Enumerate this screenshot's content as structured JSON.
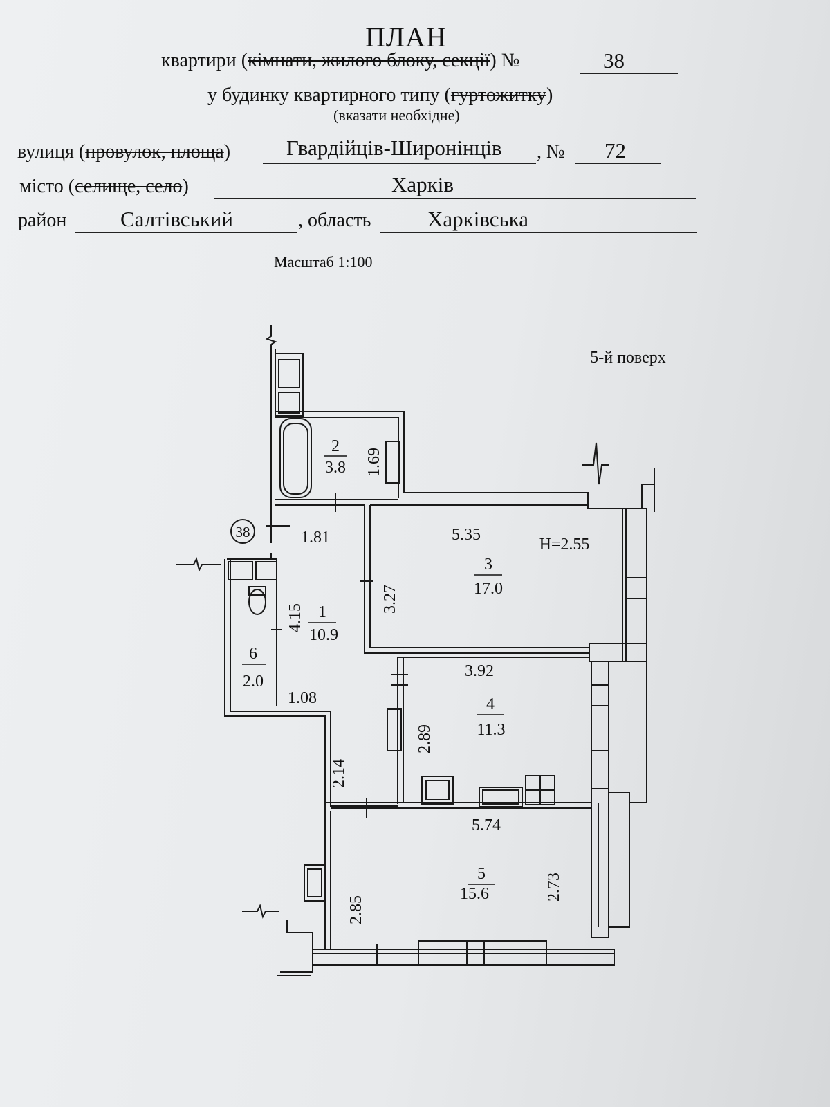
{
  "header": {
    "title": "ПЛАН",
    "apt_prefix": "квартири (",
    "apt_struck": "кімнати, жилого блоку, секції",
    "apt_suffix": ") №",
    "apt_number": "38",
    "building_prefix": "у будинку квартирного типу (",
    "building_struck": "гуртожитку",
    "building_suffix": ")",
    "hint": "(вказати необхідне)"
  },
  "address": {
    "street_label": "вулиця  (",
    "street_struck": "провулок, площа",
    "street_close": ")",
    "street_value": "Гвардійців-Широнінців",
    "number_label": ", №",
    "number_value": "72",
    "city_label": "місто (",
    "city_struck": "селище, село",
    "city_close": ")",
    "city_value": "Харків",
    "district_label": "район",
    "district_value": "Салтівський",
    "region_label": ", область",
    "region_value": "Харківська"
  },
  "scale": "Масштаб 1:100",
  "plan": {
    "floor": "5-й поверх",
    "apartment_marker": "38",
    "ceiling_height": "H=2.55",
    "rooms": [
      {
        "number": "1",
        "area": "10.9"
      },
      {
        "number": "2",
        "area": "3.8"
      },
      {
        "number": "3",
        "area": "17.0"
      },
      {
        "number": "4",
        "area": "11.3"
      },
      {
        "number": "5",
        "area": "15.6"
      },
      {
        "number": "6",
        "area": "2.0"
      }
    ],
    "dimensions": [
      "1.69",
      "1.81",
      "4.15",
      "1.08",
      "2.14",
      "5.35",
      "3.27",
      "3.92",
      "2.89",
      "5.74",
      "2.85",
      "2.73"
    ]
  },
  "colors": {
    "ink": "#111111",
    "paper": "#eceeef"
  }
}
